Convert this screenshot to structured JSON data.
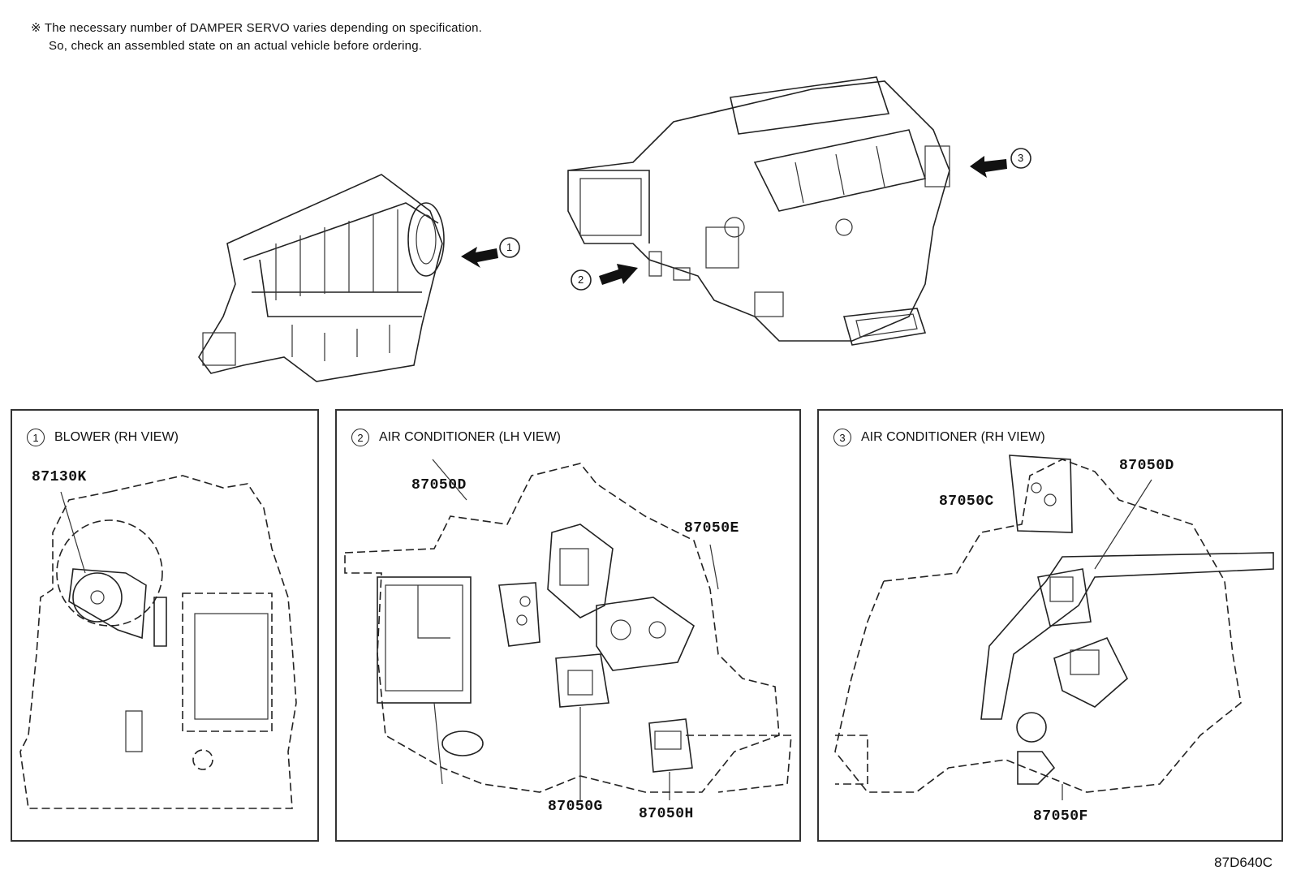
{
  "note": {
    "line1": "※ The necessary number of DAMPER SERVO varies depending on specification.",
    "line2": "So, check an assembled state on an actual vehicle before ordering."
  },
  "callouts": [
    {
      "num": "1"
    },
    {
      "num": "2"
    },
    {
      "num": "3"
    }
  ],
  "panels": [
    {
      "num": "1",
      "title": "BLOWER (RH VIEW)",
      "parts": [
        "87130K"
      ]
    },
    {
      "num": "2",
      "title": "AIR CONDITIONER (LH VIEW)",
      "parts": [
        "87050D",
        "87050E",
        "87050G",
        "87050H"
      ]
    },
    {
      "num": "3",
      "title": "AIR CONDITIONER (RH VIEW)",
      "parts": [
        "87050D",
        "87050C",
        "87050F"
      ]
    }
  ],
  "drawing_code": "87D640C"
}
